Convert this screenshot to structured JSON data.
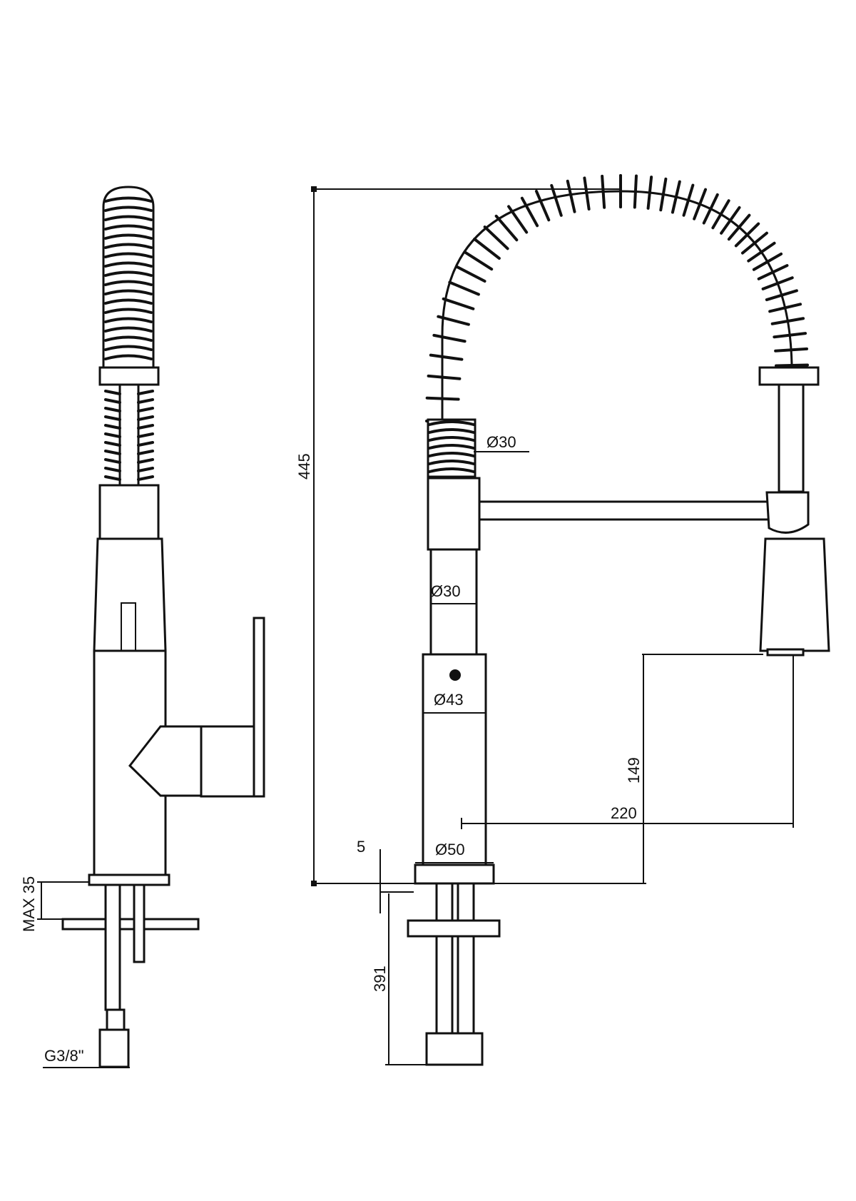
{
  "labels": {
    "overall_height": "445",
    "spring_diameter": "Ø30",
    "neck_diameter": "Ø30",
    "body_diameter": "Ø43",
    "base_diameter": "Ø50",
    "spout_height": "149",
    "spout_reach": "220",
    "base_offset": "5",
    "hose_length": "391",
    "deck_max": "MAX 35",
    "thread": "G3/8\""
  },
  "colors": {
    "line": "#111111",
    "background": "#ffffff"
  }
}
